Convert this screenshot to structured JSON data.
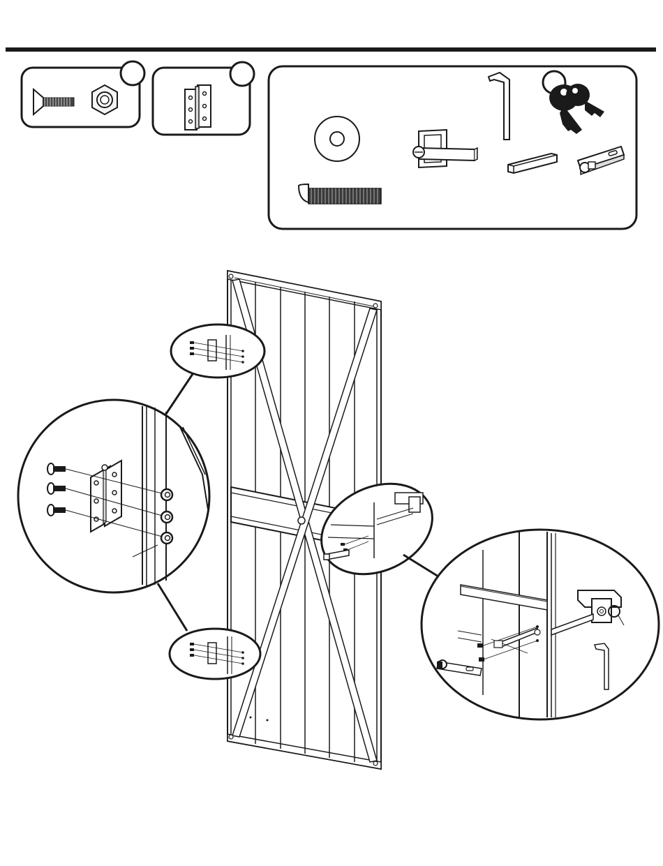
{
  "page": {
    "background": "#ffffff",
    "ink_color": "#1a1a1a"
  },
  "parts_legend": {
    "boxes": [
      {
        "name": "fastener-box",
        "items": [
          "flat-head-screw-icon",
          "hex-nut-icon"
        ]
      },
      {
        "name": "hinge-box",
        "items": [
          "hinge-icon"
        ]
      },
      {
        "name": "lock-kit-box",
        "items": [
          "washer-icon",
          "pan-head-bolt-icon",
          "door-handle-icon",
          "hex-key-icon",
          "keys-icon",
          "square-spindle-icon",
          "latch-plate-icon"
        ]
      }
    ]
  },
  "diagram": {
    "main_part": "door-panel",
    "callouts": [
      "upper-hinge-callout",
      "lower-hinge-callout",
      "latch-callout",
      "hinge-detail-magnifier",
      "latch-detail-magnifier"
    ]
  }
}
